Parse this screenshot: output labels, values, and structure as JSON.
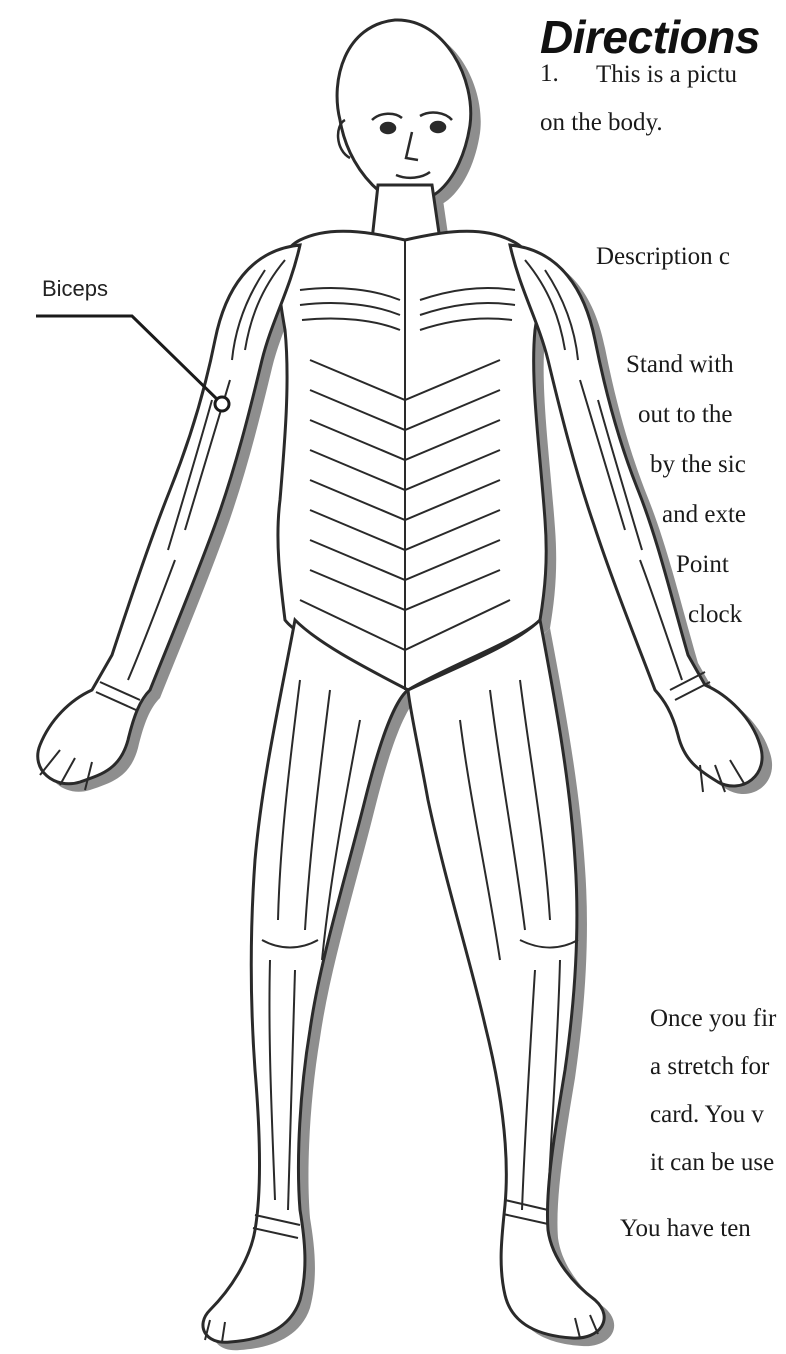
{
  "heading": "Directions",
  "step": {
    "number": "1.",
    "line1": "This is a pictu",
    "line2": "on the body."
  },
  "description_label": "Description c",
  "stretch_lines": [
    "Stand with",
    "out to the",
    "by the sic",
    "and exte",
    "Point",
    "clock"
  ],
  "once_lines": [
    "Once you fir",
    "a stretch for",
    "card.   You v",
    "it can be use"
  ],
  "ten_line": "You have ten",
  "callout": {
    "label": "Biceps"
  },
  "illustration": {
    "subject": "anatomical-muscle-figure",
    "colors": {
      "outline": "#2a2a2a",
      "shadow": "#8e8e8e",
      "fill": "#ffffff"
    }
  }
}
